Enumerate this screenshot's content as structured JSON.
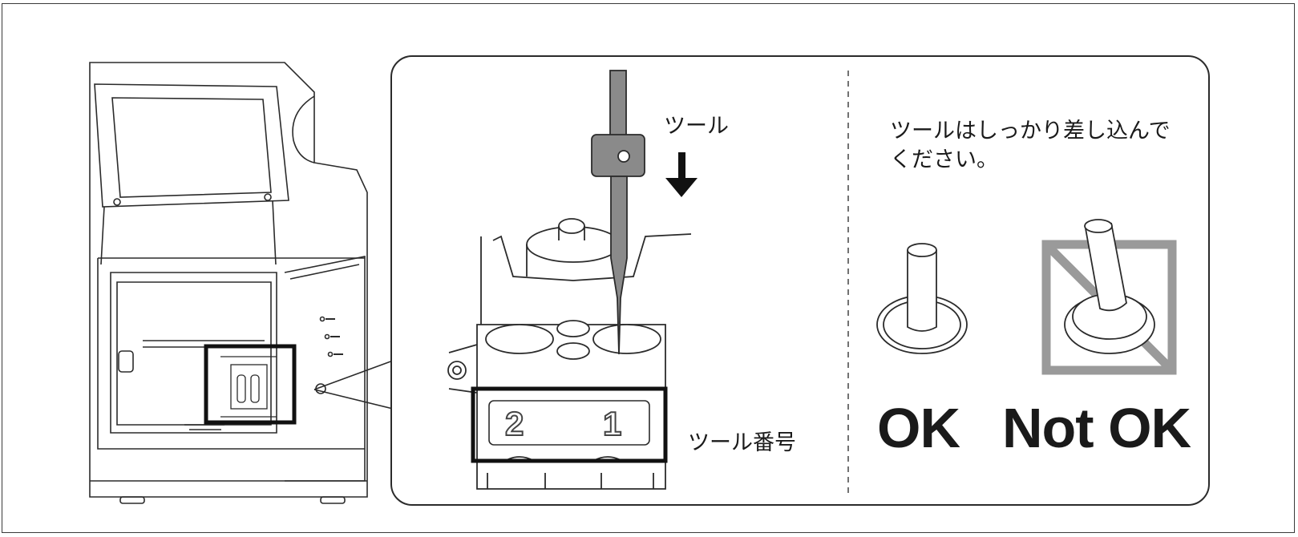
{
  "labels": {
    "tool": "ツール",
    "tool_number": "ツール番号",
    "instruction_line1": "ツールはしっかり差し込んで",
    "instruction_line2": "ください。",
    "ok": "OK",
    "not_ok": "Not OK"
  },
  "holder_numbers": {
    "slot_2": "2",
    "slot_1": "1"
  },
  "colors": {
    "line": "#2b2b2b",
    "tool_fill": "#8a8a8a",
    "forbid": "#9a9a9a"
  }
}
